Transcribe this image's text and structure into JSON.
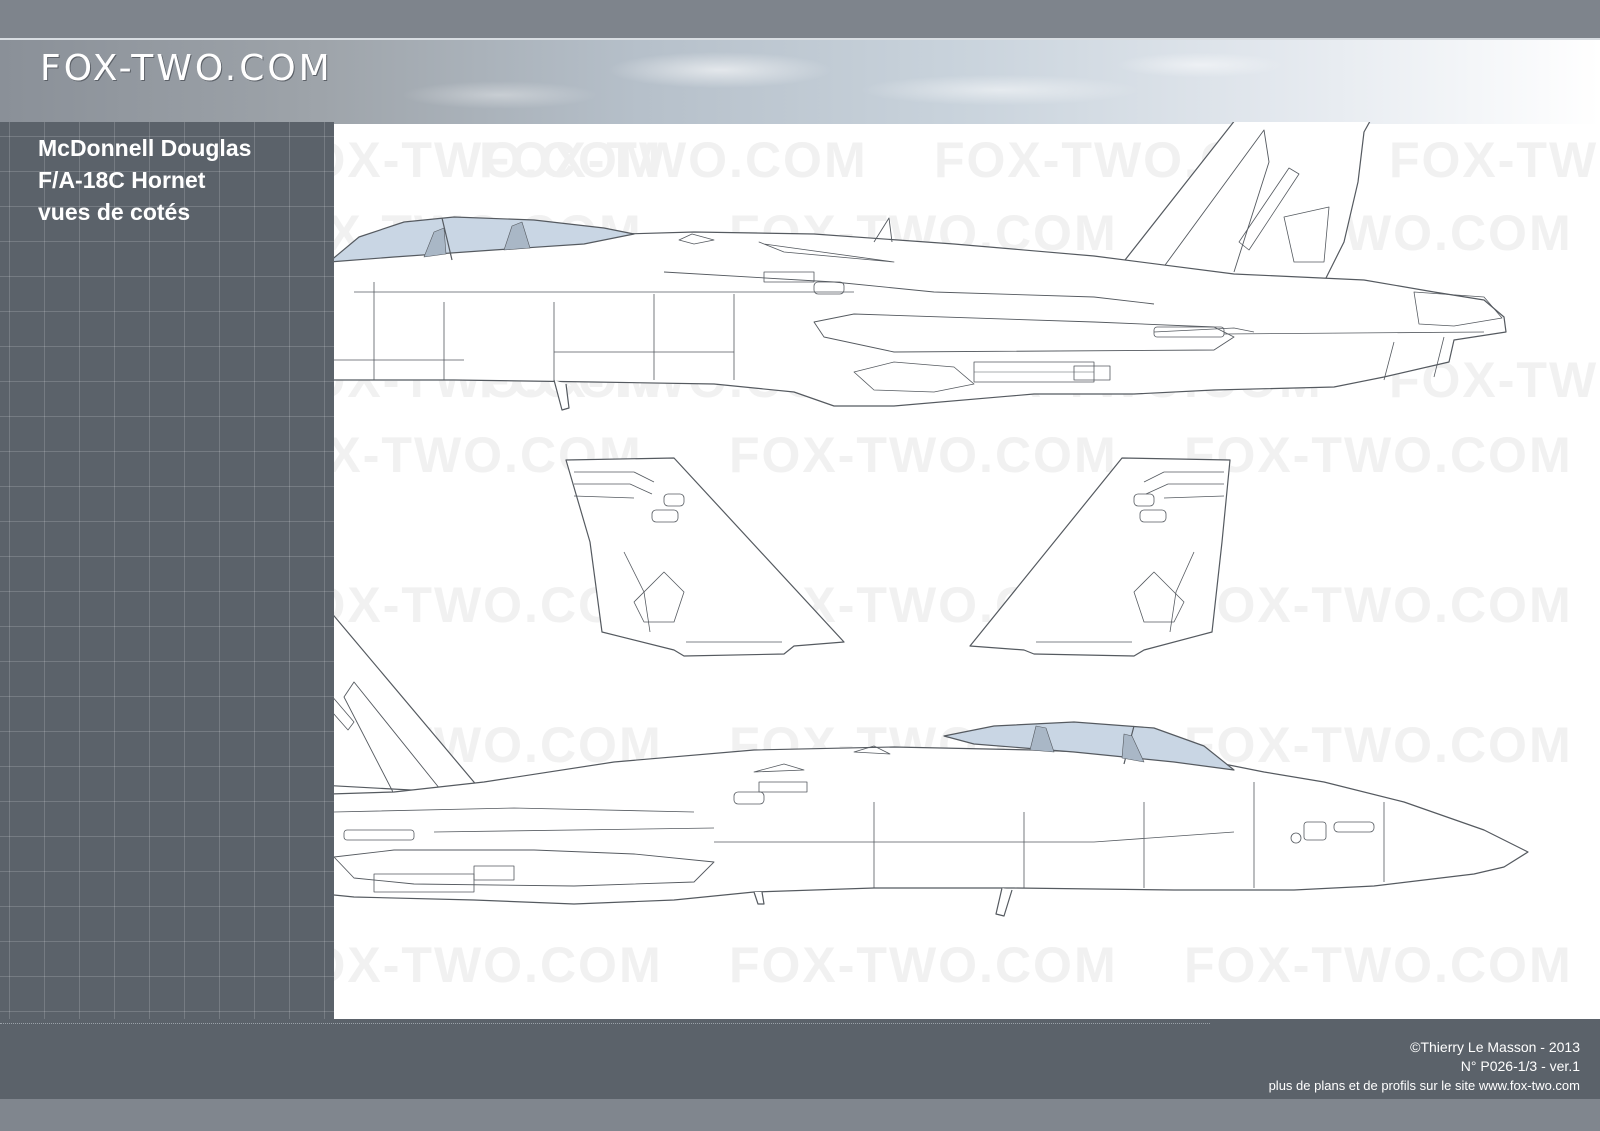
{
  "header": {
    "brand": "FOX-TWO.COM"
  },
  "title": {
    "line1": "McDonnell Douglas",
    "line2": "F/A-18C Hornet",
    "line3": "vues de cotés"
  },
  "watermark": "FOX-TWO.COM",
  "footer": {
    "copyright": "©Thierry Le Masson - 2013",
    "reference": "N° P026-1/3   -   ver.1",
    "site_note": "plus de plans et de profils sur le site www.fox-two.com"
  },
  "colors": {
    "panel": "#5b626a",
    "top_bar": "#7e848c",
    "canopy": "#c9d6e4",
    "outline": "#555a60"
  },
  "icons": {
    "aircraft": "jet-side-view",
    "tail": "vertical-stabilizer"
  }
}
